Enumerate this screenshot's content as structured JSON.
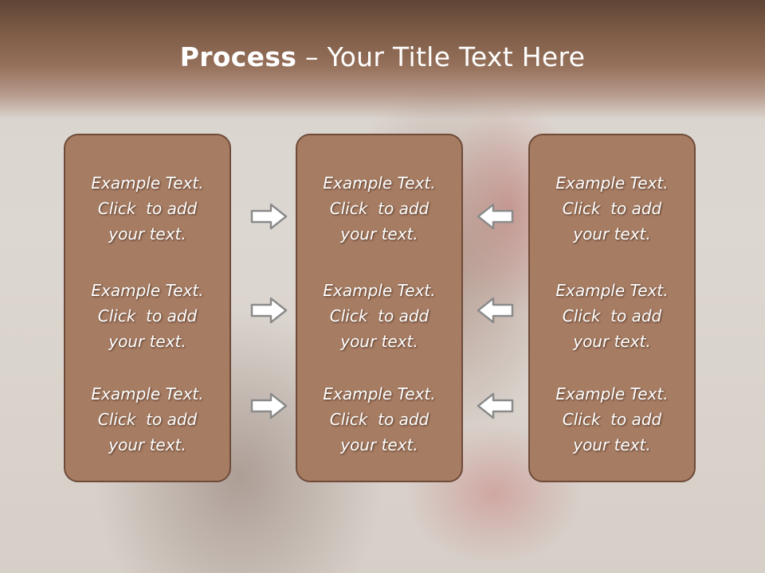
{
  "slide": {
    "title_bold": "Process",
    "title_rest": " – Your Title Text Here"
  },
  "columns": [
    {
      "items": [
        {
          "l1": "Example Text.",
          "l2": "Click  to add",
          "l3": "your text."
        },
        {
          "l1": "Example Text.",
          "l2": "Click  to add",
          "l3": "your text."
        },
        {
          "l1": "Example Text.",
          "l2": "Click  to add",
          "l3": "your text."
        }
      ]
    },
    {
      "items": [
        {
          "l1": "Example Text.",
          "l2": "Click  to add",
          "l3": "your text."
        },
        {
          "l1": "Example Text.",
          "l2": "Click  to add",
          "l3": "your text."
        },
        {
          "l1": "Example Text.",
          "l2": "Click  to add",
          "l3": "your text."
        }
      ]
    },
    {
      "items": [
        {
          "l1": "Example Text.",
          "l2": "Click  to add",
          "l3": "your text."
        },
        {
          "l1": "Example Text.",
          "l2": "Click  to add",
          "l3": "your text."
        },
        {
          "l1": "Example Text.",
          "l2": "Click  to add",
          "l3": "your text."
        }
      ]
    }
  ],
  "arrows": {
    "left_group_direction": "right-arrow-icon",
    "right_group_direction": "left-arrow-icon"
  },
  "colors": {
    "box_fill": "#a67c63",
    "box_border": "#6f4b39",
    "title_bar": "#7b5a45"
  }
}
